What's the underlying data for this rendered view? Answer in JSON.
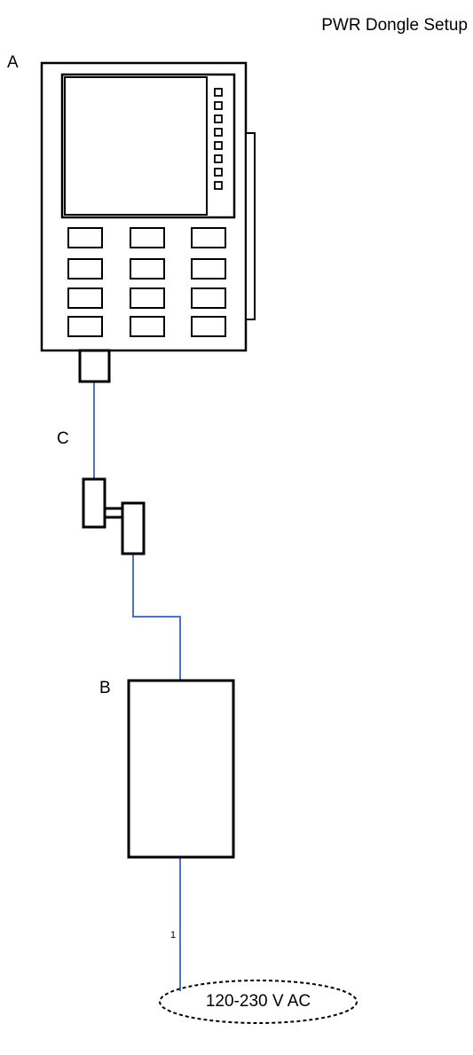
{
  "title": "PWR Dongle Setup",
  "labels": {
    "device": "A",
    "power_supply": "B",
    "cable": "C"
  },
  "cable_marker": "1",
  "power_source": "120-230 V AC",
  "colors": {
    "cable": "#4a73c7",
    "outline": "#000000",
    "background": "#ffffff"
  }
}
